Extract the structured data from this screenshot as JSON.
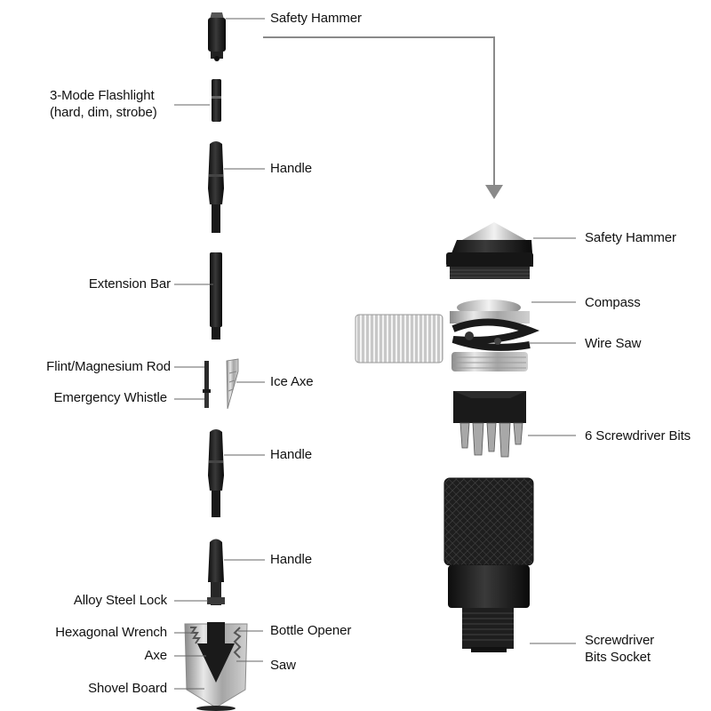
{
  "colors": {
    "background": "#ffffff",
    "part_dark": "#1c1c1c",
    "part_mid": "#3a3a3a",
    "steel": "#b9b9b9",
    "leader_line": "#777777",
    "arrow": "#8a8a8a"
  },
  "left_column": {
    "safety_hammer": "Safety Hammer",
    "flashlight": "3-Mode Flashlight\n(hard, dim, strobe)",
    "handle_1": "Handle",
    "extension_bar": "Extension Bar",
    "flint_rod": "Flint/Magnesium Rod",
    "ice_axe": "Ice Axe",
    "whistle": "Emergency Whistle",
    "handle_2": "Handle",
    "handle_3": "Handle",
    "alloy_lock": "Alloy Steel Lock",
    "bottle_opener": "Bottle Opener",
    "hex_wrench": "Hexagonal Wrench",
    "axe": "Axe",
    "saw": "Saw",
    "shovel_board": "Shovel Board"
  },
  "right_column": {
    "safety_hammer": "Safety Hammer",
    "compass": "Compass",
    "wire_saw": "Wire Saw",
    "screwdriver_bits": "6 Screwdriver Bits",
    "bits_socket": "Screwdriver\nBits Socket"
  }
}
